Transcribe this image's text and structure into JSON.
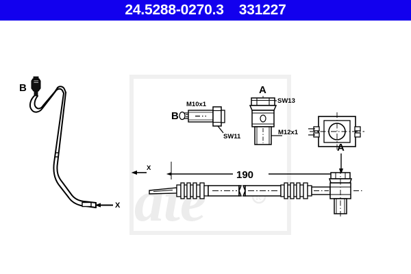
{
  "header": {
    "part_number": "24.5288-0270.3",
    "reference_number": "331227",
    "background_color": "#1200ee",
    "text_color": "#ffffff"
  },
  "left_figure": {
    "name": "bent-brake-hose-3d-view",
    "labels": {
      "end_b": "B",
      "end_x": "X"
    }
  },
  "detail_box": {
    "fitting_b": {
      "label": "B",
      "thread": "M10x1",
      "wrench_size": "SW11"
    },
    "fitting_a": {
      "label": "A",
      "wrench_size": "SW13",
      "thread": "M12x1"
    },
    "bracket": {
      "name": "mounting-bracket-clip"
    },
    "assembly": {
      "dimension": "190",
      "label_x": "X",
      "label_a": "A",
      "watermark": "ate"
    }
  },
  "colors": {
    "line": "#000000",
    "banner": "#1200ee",
    "box_border": "#f2f2f2",
    "watermark": "#ebebeb"
  }
}
